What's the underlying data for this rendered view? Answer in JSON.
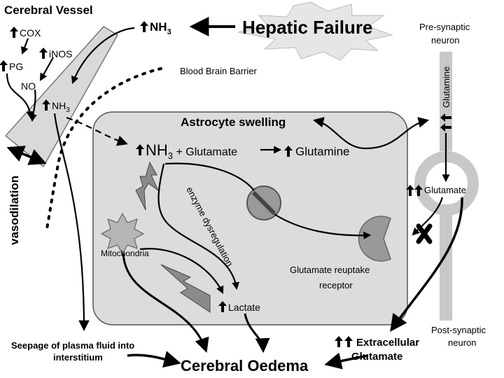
{
  "labels": {
    "cerebral_vessel": "Cerebral Vessel",
    "cox": "COX",
    "inos": "iNOS",
    "pg": "PG",
    "no": "NO",
    "nh3_vessel": "NH",
    "nh3_vessel_sub": "3",
    "nh3_top": "NH",
    "nh3_top_sub": "3",
    "hepatic_failure": "Hepatic Failure",
    "bbb": "Blood Brain Barrier",
    "presynaptic": "Pre-synaptic",
    "neuron_top": "neuron",
    "glutamine_vertical": "Glutamine",
    "astrocyte_swelling": "Astrocyte swelling",
    "nh3_astro": "NH",
    "nh3_astro_sub": "3",
    "plus_glutamate": " + Glutamate",
    "glutamine_astro": "Glutamine",
    "glutamate_neuron": "Glutamate",
    "enzyme_dysregulation": "enzyme dysregulation",
    "mitochondria": "Mitochondria",
    "lactate": "Lactate",
    "reuptake_line1": "Glutamate reuptake",
    "reuptake_line2": "receptor",
    "vasodilation": "vasodilation",
    "seepage_line1": "Seepage of plasma fluid into",
    "seepage_line2": "interstitium",
    "cerebral_oedema": "Cerebral Oedema",
    "extracellular_line1": "Extracellular",
    "extracellular_line2": "Glutamate",
    "postsynaptic": "Post-synaptic",
    "neuron_bottom": "neuron"
  },
  "colors": {
    "astrocyte_fill": "#dcdcdc",
    "vessel_fill": "#d9d9d9",
    "star_fill": "#e6e6e6",
    "neuron_fill": "#c8c8c8",
    "inhibit_fill": "#9a9a9a",
    "bolt_fill": "#8a8a8a",
    "mito_fill": "#b5b5b5"
  },
  "icons": [
    "up-arrow-icon",
    "inhibit-icon",
    "block-x-icon",
    "lightning-icon",
    "mitochondria-icon",
    "star-burst-icon",
    "reuptake-receptor-icon"
  ]
}
